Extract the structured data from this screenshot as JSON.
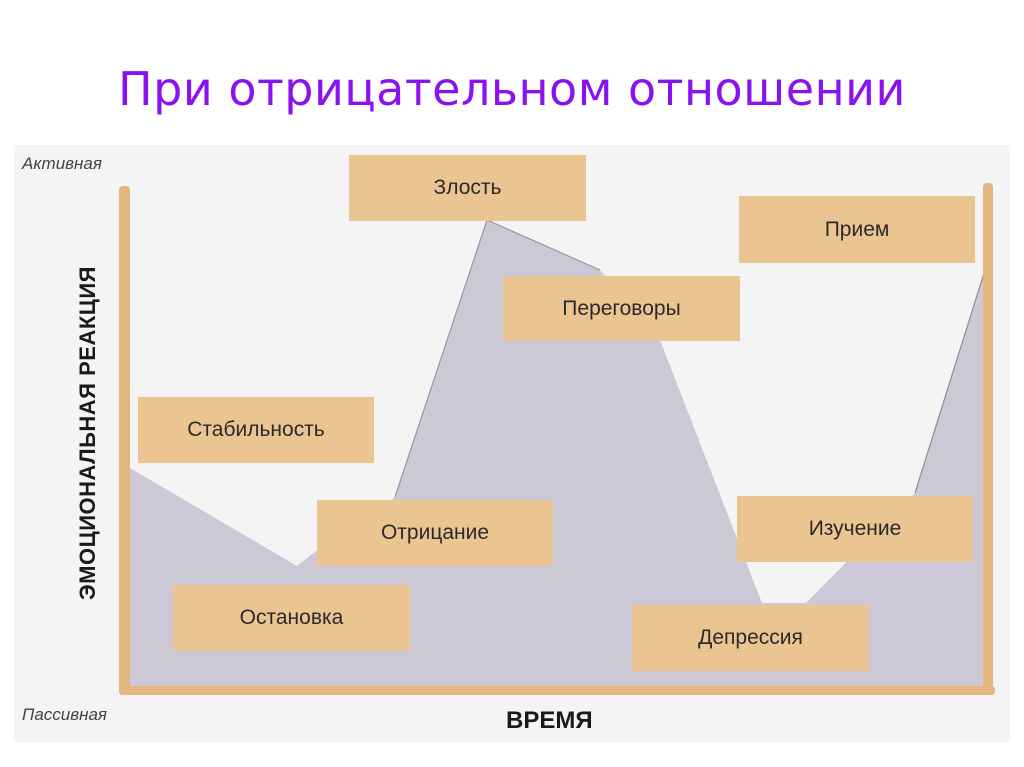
{
  "title": "При отрицательном отношении",
  "diagram": {
    "y_axis": {
      "label": "ЭМОЦИОНАЛЬНАЯ РЕАКЦИЯ",
      "top": "Активная",
      "bottom": "Пассивная"
    },
    "x_axis": {
      "label": "ВРЕМЯ"
    },
    "stages": [
      {
        "label": "Стабильность"
      },
      {
        "label": "Остановка"
      },
      {
        "label": "Отрицание"
      },
      {
        "label": "Злость"
      },
      {
        "label": "Переговоры"
      },
      {
        "label": "Депрессия"
      },
      {
        "label": "Изучение"
      },
      {
        "label": "Прием"
      }
    ],
    "colors": {
      "title": "#8b12f0",
      "box": "#ebc591",
      "axis": "#e3b77f",
      "area": "#cdc8d6"
    }
  }
}
